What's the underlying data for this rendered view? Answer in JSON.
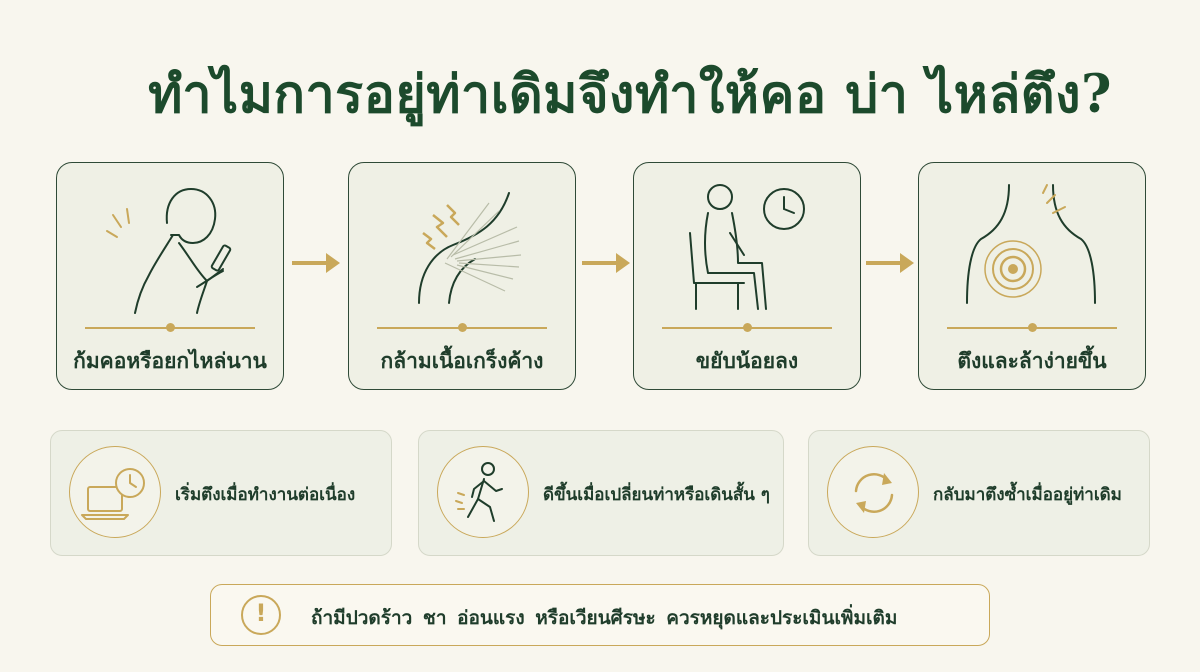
{
  "title": "ทำไมการอยู่ท่าเดิมจึงทำให้คอ บ่า ไหล่ตึง?",
  "steps": [
    {
      "label": "ก้มคอหรือยกไหล่นาน",
      "icon": "person-looking-at-phone-icon"
    },
    {
      "label": "กล้ามเนื้อเกร็งค้าง",
      "icon": "tense-shoulder-muscle-icon"
    },
    {
      "label": "ขยับน้อยลง",
      "icon": "sitting-person-clock-icon"
    },
    {
      "label": "ตึงและล้าง่ายขึ้น",
      "icon": "shoulder-target-icon"
    }
  ],
  "facts": [
    {
      "text": "เริ่มตึงเมื่อทำงานต่อเนื่อง",
      "icon": "laptop-clock-icon"
    },
    {
      "text": "ดีขึ้นเมื่อเปลี่ยนท่าหรือเดินสั้น ๆ",
      "icon": "walking-person-icon"
    },
    {
      "text": "กลับมาตึงซ้ำเมื่ออยู่ท่าเดิม",
      "icon": "repeat-cycle-icon"
    }
  ],
  "warning": {
    "text": "ถ้ามีปวดร้าว ชา อ่อนแรง หรือเวียนศีรษะ ควรหยุดและประเมินเพิ่มเติม",
    "icon": "exclamation-icon"
  },
  "colors": {
    "primary": "#1c4a2c",
    "accent": "#c9a85a",
    "background": "#f8f6ee",
    "card": "#eff0e5"
  }
}
